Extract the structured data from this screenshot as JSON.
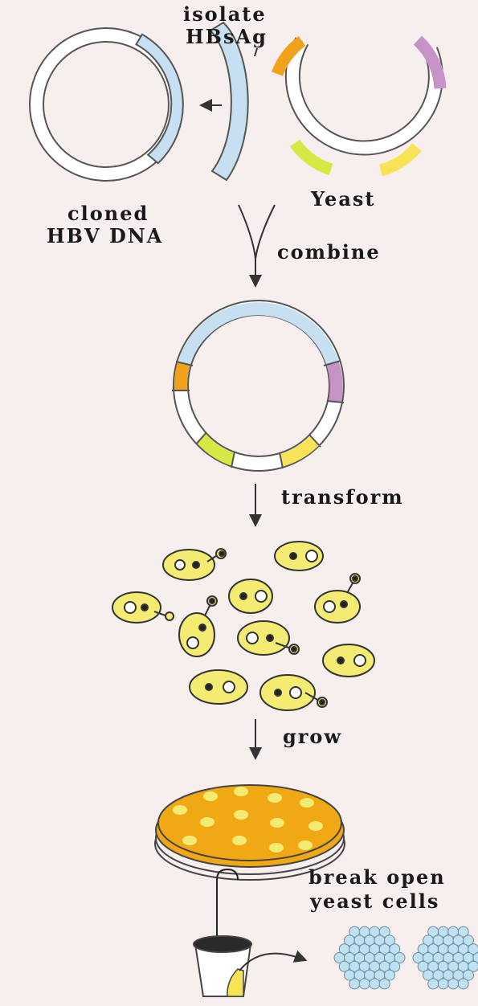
{
  "labels": {
    "isolate": "isolate",
    "hbsag": "HBsAg",
    "yeast": "Yeast",
    "cloned": "cloned",
    "hbv_dna": "HBV DNA",
    "combine": "combine",
    "transform": "transform",
    "grow": "grow",
    "break_open": "break open",
    "yeast_cells": "yeast cells"
  },
  "colors": {
    "background": "#f7eeee",
    "hbv_segment": "#c6e0f2",
    "orange_segment": "#f1a21c",
    "purple_segment": "#c693c6",
    "lime_segment": "#d7e844",
    "yellow_segment": "#f6e356",
    "yeast_cell": "#f4ec72",
    "agar": "#f0a915",
    "particle": "#bfe1f0"
  }
}
